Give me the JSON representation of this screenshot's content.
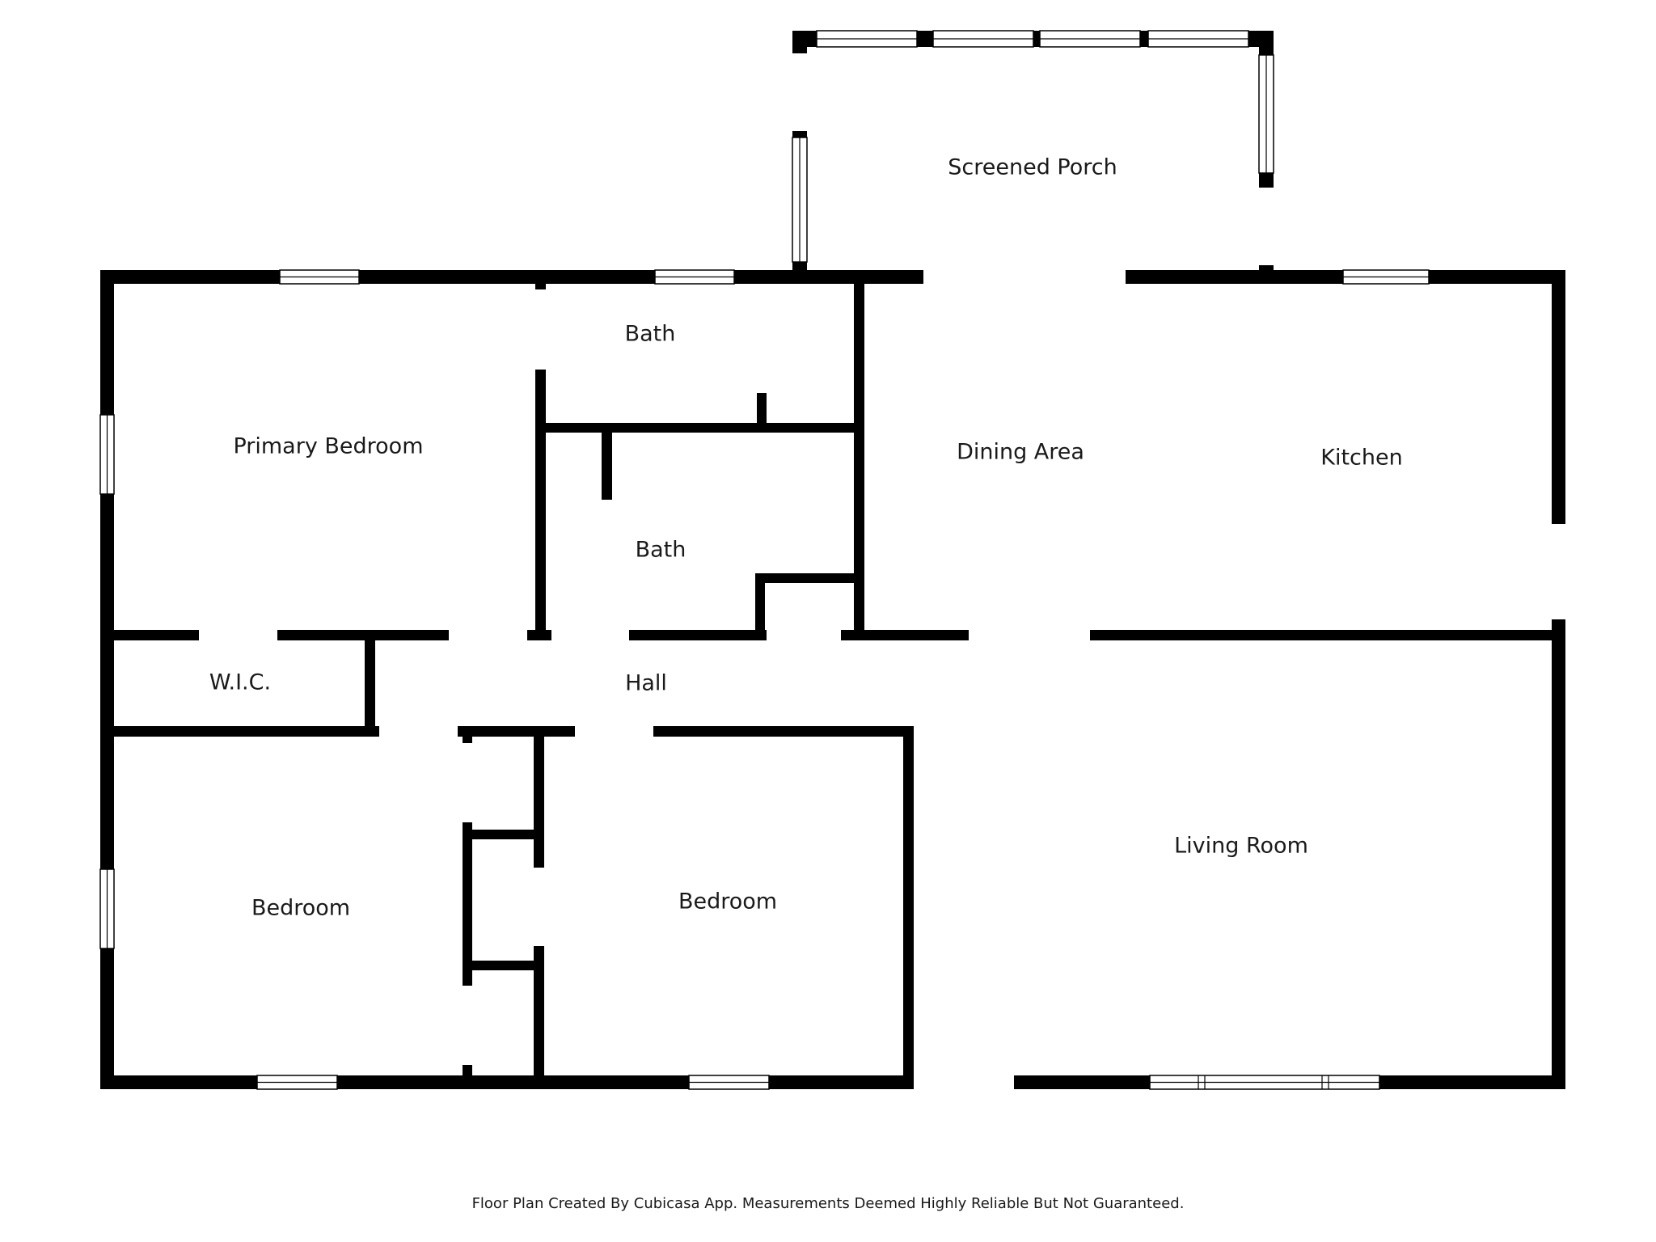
{
  "rooms": {
    "screened_porch": "Screened Porch",
    "primary_bedroom": "Primary Bedroom",
    "bath_upper": "Bath",
    "bath_lower": "Bath",
    "dining_area": "Dining Area",
    "kitchen": "Kitchen",
    "wic": "W.I.C.",
    "hall": "Hall",
    "bedroom_left": "Bedroom",
    "bedroom_middle": "Bedroom",
    "living_room": "Living Room"
  },
  "footer": {
    "text": "Floor Plan Created By Cubicasa App. Measurements Deemed Highly Reliable But Not Guaranteed."
  },
  "colors": {
    "wall": "#000000",
    "background": "#ffffff"
  }
}
